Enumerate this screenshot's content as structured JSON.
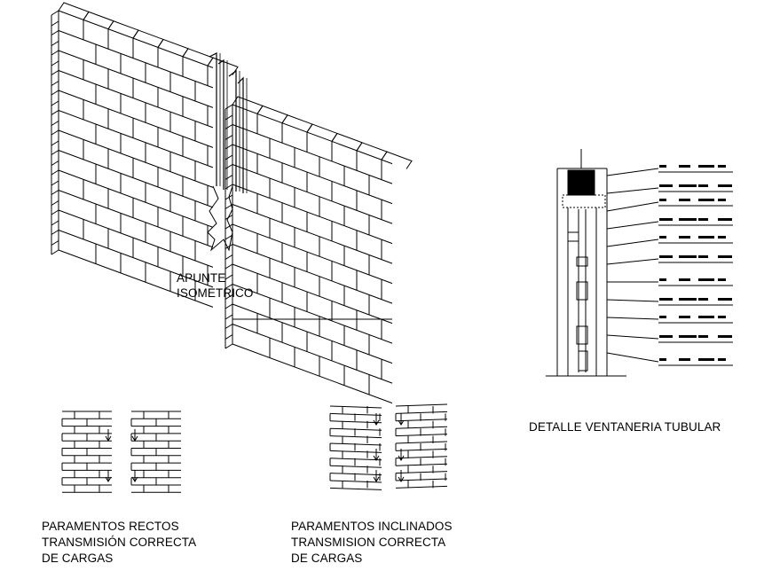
{
  "isometric": {
    "line1": "APUNTE",
    "line2": "ISOMETRICO"
  },
  "window_detail": {
    "caption": "DETALLE VENTANERIA  TUBULAR"
  },
  "straight": {
    "line1": "PARAMENTOS RECTOS",
    "line2": "TRANSMISIÓN CORRECTA",
    "line3": "DE CARGAS"
  },
  "inclined": {
    "line1": "PARAMENTOS INCLINADOS",
    "line2": "TRANSMISION CORRECTA",
    "line3": "DE CARGAS"
  }
}
